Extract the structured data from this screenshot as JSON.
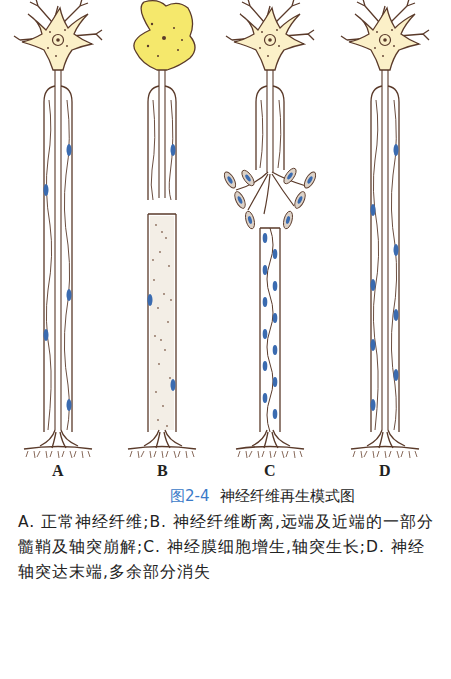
{
  "diagram": {
    "title": "神经纤维再生模式图",
    "caption": "A. 正常神经纤维;B. 神经纤维断离,远端及近端的一部分髓鞘及轴突崩解;C. 神经膜细胞增生,轴突生长;D. 神经轴突达末端,多余部分消失",
    "labels": [
      "A",
      "B",
      "C",
      "D",
      "图2-4"
    ]
  }
}
